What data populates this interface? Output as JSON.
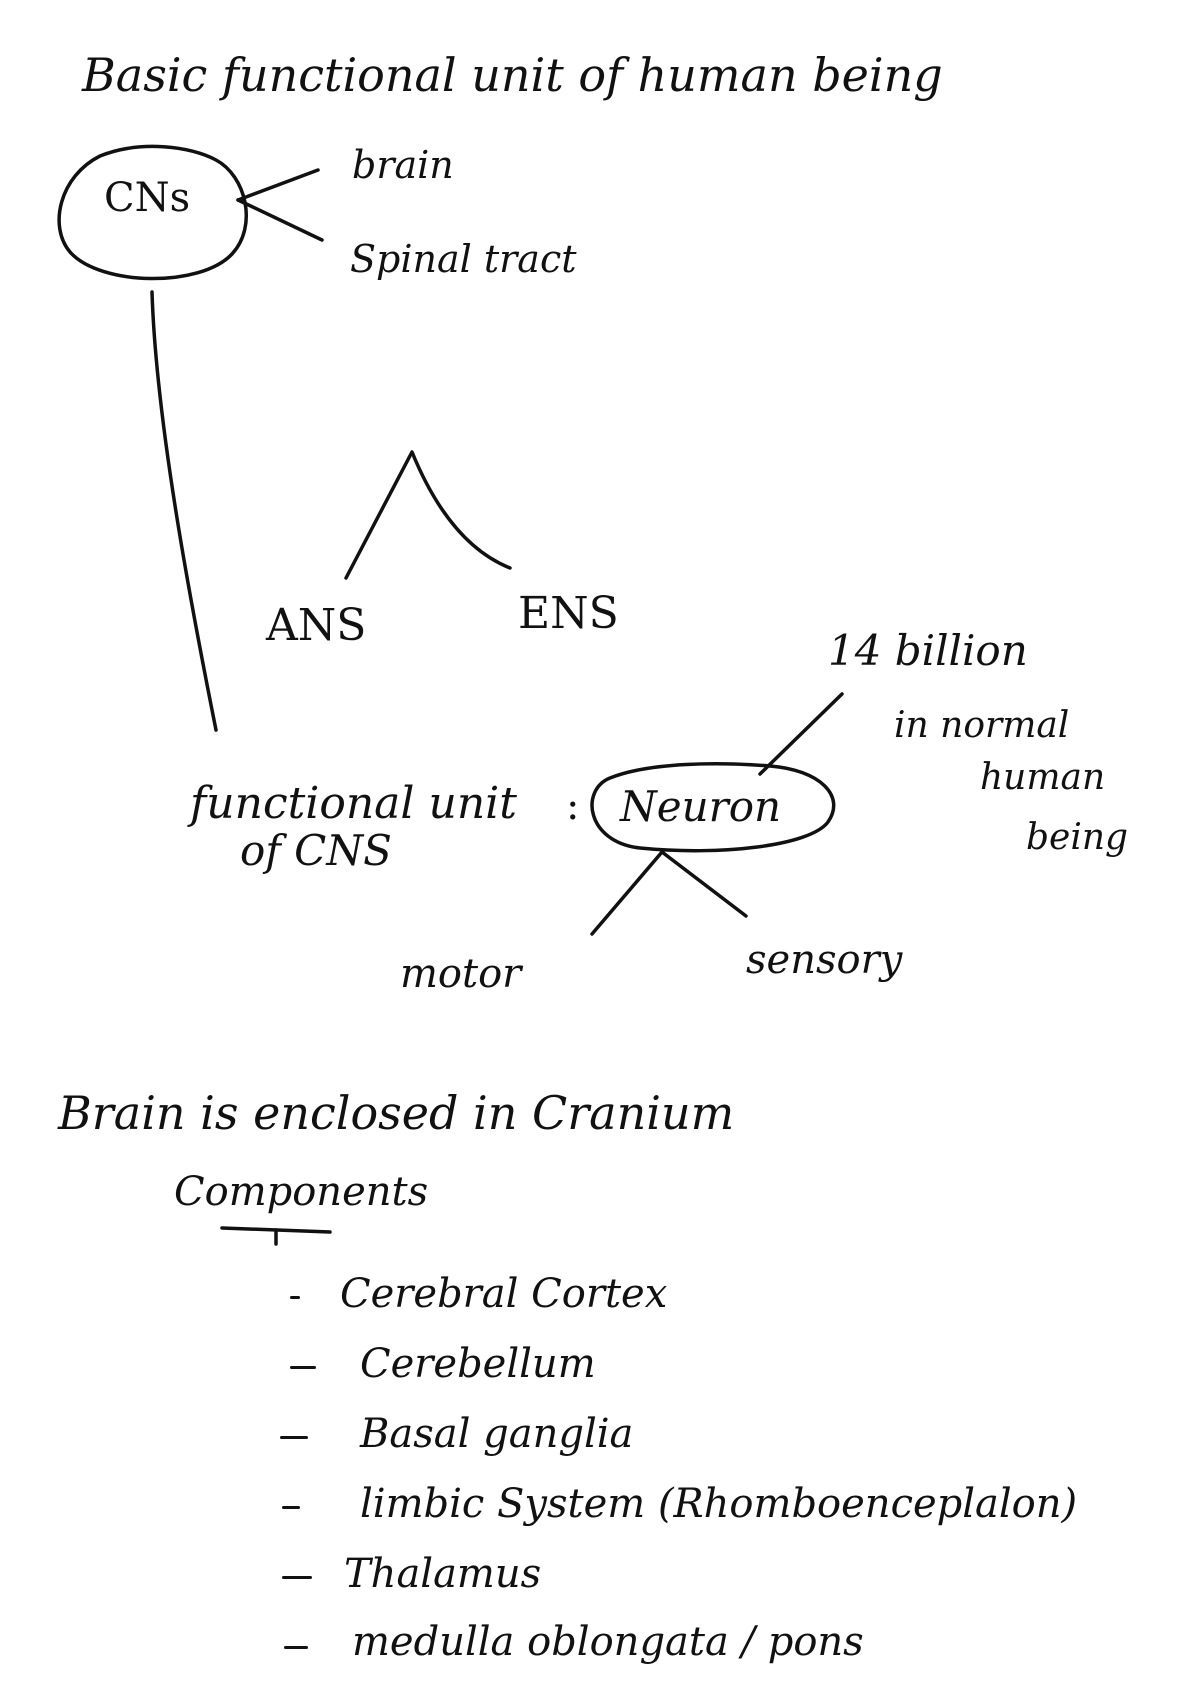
{
  "title": "Basic functional unit of human being",
  "cns": {
    "label": "CNs",
    "branches": [
      "brain",
      "Spinal tract"
    ]
  },
  "divisions": {
    "left": "ANS",
    "right": "ENS"
  },
  "functional_unit": {
    "line1": "functional unit",
    "line2": "of CNS",
    "equals": ":",
    "neuron": "Neuron",
    "count": "14 billion",
    "note_lines": [
      "in normal",
      "human",
      "being"
    ],
    "types": [
      "motor",
      "sensory"
    ]
  },
  "brain": {
    "sentence": "Brain is enclosed in Cranium",
    "components_heading": "Components",
    "components": [
      "Cerebral Cortex",
      "Cerebellum",
      "Basal ganglia",
      "limbic System (Rhomboenceplalon)",
      "Thalamus",
      "medulla oblongata / pons"
    ]
  }
}
